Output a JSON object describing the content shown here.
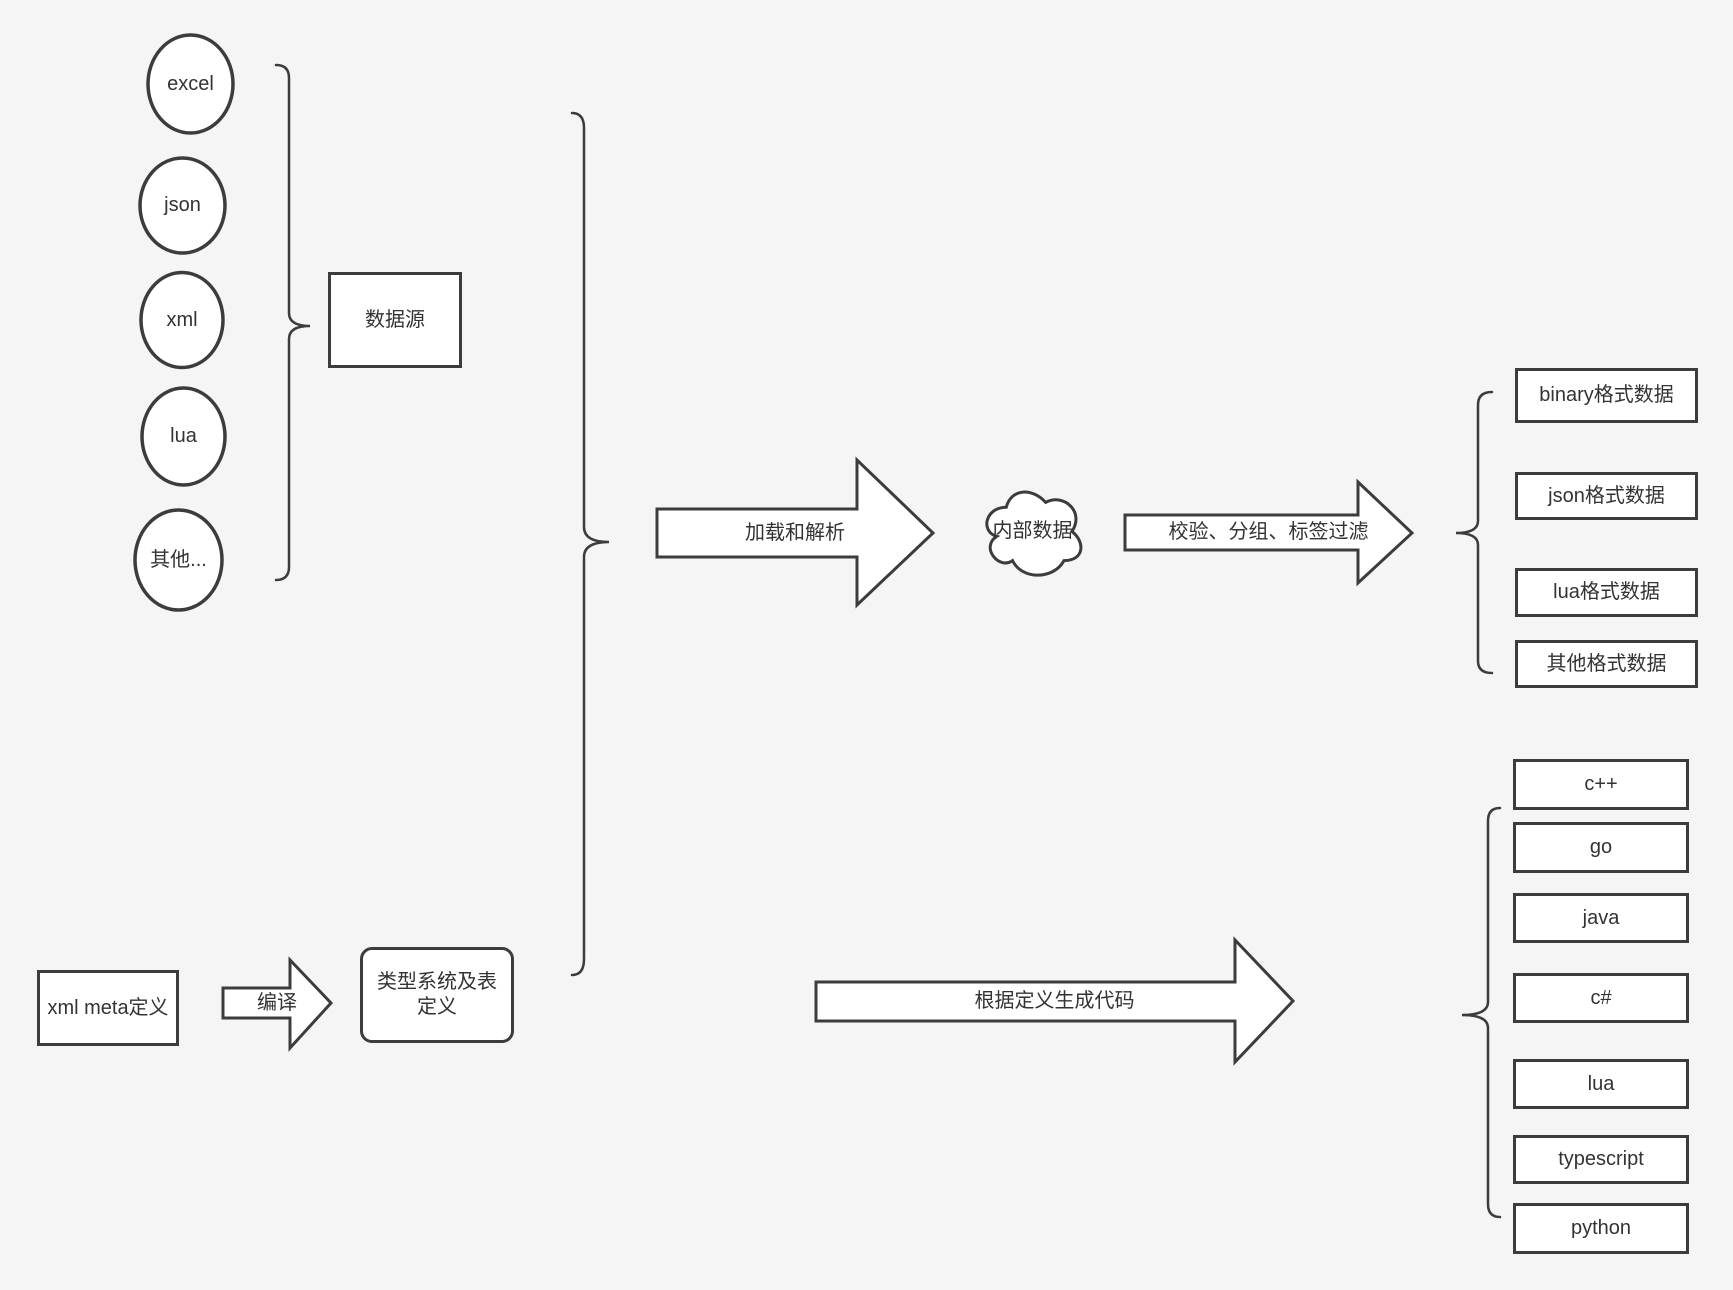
{
  "diagram": {
    "colors": {
      "background": "#f5f5f5",
      "stroke": "#3c3c3c",
      "shape_fill": "#ffffff",
      "text": "#333333"
    },
    "sources": {
      "items": [
        {
          "label": "excel"
        },
        {
          "label": "json"
        },
        {
          "label": "xml"
        },
        {
          "label": "lua"
        },
        {
          "label": "其他..."
        }
      ],
      "group_label": "数据源"
    },
    "pipeline": {
      "load_parse_label": "加载和解析",
      "internal_data_label": "内部数据",
      "filter_label": "校验、分组、标签过滤",
      "generate_label": "根据定义生成代码"
    },
    "meta": {
      "xml_meta_label": "xml meta定义",
      "compile_label": "编译",
      "type_system_label": "类型系统及表定义"
    },
    "output_formats": [
      {
        "label": "binary格式数据"
      },
      {
        "label": "json格式数据"
      },
      {
        "label": "lua格式数据"
      },
      {
        "label": "其他格式数据"
      }
    ],
    "languages": [
      {
        "label": "c++"
      },
      {
        "label": "go"
      },
      {
        "label": "java"
      },
      {
        "label": "c#"
      },
      {
        "label": "lua"
      },
      {
        "label": "typescript"
      },
      {
        "label": "python"
      }
    ]
  }
}
